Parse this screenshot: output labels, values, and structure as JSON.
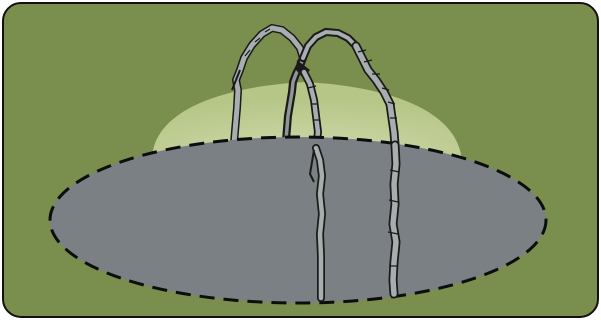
{
  "colors": {
    "background": "#7a8f4d",
    "panel_border": "#111111",
    "glow_outer": "#b9c98a",
    "glow_inner": "#d6dfb4",
    "ellipse_fill": "#7a8084",
    "ellipse_dash": "#0d0d0d",
    "strand_fill": "#a8adb0",
    "strand_dark": "#1a1a1a"
  },
  "elements": {
    "panel": "rounded-rectangle",
    "glow": "light-dome",
    "disc": "dashed-ellipse",
    "strands": "twisted-strands"
  }
}
